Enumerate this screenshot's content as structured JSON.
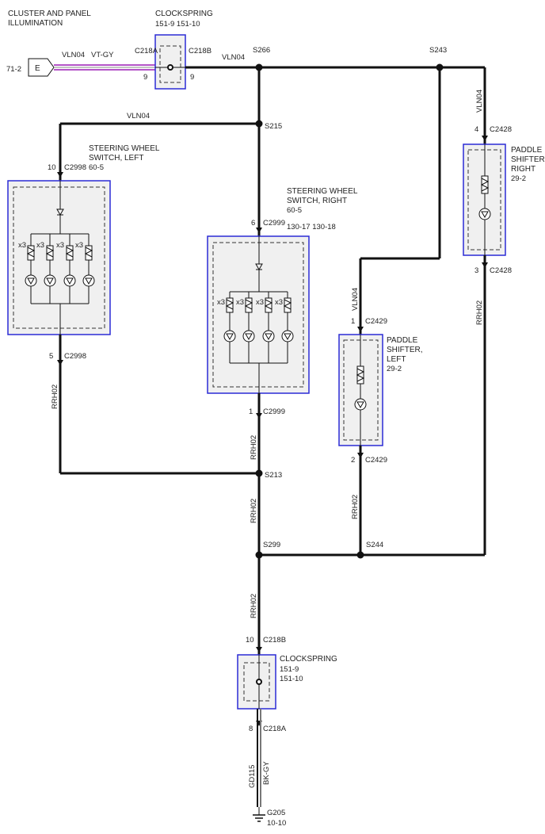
{
  "title": [
    "CLUSTER AND PANEL",
    "ILLUMINATION"
  ],
  "source": {
    "ref": "71-2",
    "letter": "E",
    "wire": "VLN04",
    "color": "VT-GY"
  },
  "clockspring_top": {
    "name": "CLOCKSPRING",
    "refs": "151-9   151-10",
    "conn_left": "C218A",
    "conn_right": "C218B",
    "pin_left": "9",
    "pin_right": "9"
  },
  "wires": {
    "vln04": "VLN04",
    "rrh02": "RRH02"
  },
  "splices": {
    "s266": "S266",
    "s243": "S243",
    "s215": "S215",
    "s213": "S213",
    "s299": "S299",
    "s244": "S244"
  },
  "sw_left": {
    "name": [
      "STEERING WHEEL",
      "SWITCH, LEFT",
      "60-5"
    ],
    "top_pin": "10",
    "top_conn": "C2998",
    "bot_pin": "5",
    "bot_conn": "C2998",
    "mult": [
      "x3",
      "x3",
      "x3",
      "x3"
    ]
  },
  "sw_right": {
    "name": [
      "STEERING WHEEL",
      "SWITCH, RIGHT",
      "60-5",
      "130-17   130-18"
    ],
    "top_pin": "6",
    "top_conn": "C2999",
    "bot_pin": "1",
    "bot_conn": "C2999",
    "mult": [
      "x3",
      "x3",
      "x3",
      "x3"
    ]
  },
  "pad_right": {
    "name": [
      "PADDLE",
      "SHIFTER,",
      "RIGHT",
      "29-2"
    ],
    "top_pin": "4",
    "top_conn": "C2428",
    "bot_pin": "3",
    "bot_conn": "C2428"
  },
  "pad_left": {
    "name": [
      "PADDLE",
      "SHIFTER,",
      "LEFT",
      "29-2"
    ],
    "top_pin": "1",
    "top_conn": "C2429",
    "bot_pin": "2",
    "bot_conn": "C2429"
  },
  "clockspring_bot": {
    "name": "CLOCKSPRING",
    "refs": [
      "151-9",
      "151-10"
    ],
    "top_pin": "10",
    "top_conn": "C218B",
    "bot_pin": "8",
    "bot_conn": "C218A"
  },
  "ground": {
    "wire": "GD115",
    "color": "BK-GY",
    "ref": "G205",
    "loc": "10-10"
  },
  "colors": {
    "box_border": "#2b2bd6",
    "wire": "#111111",
    "vt_gy_stripe": "#b455c8",
    "box_fill": "#f0f0f0"
  }
}
